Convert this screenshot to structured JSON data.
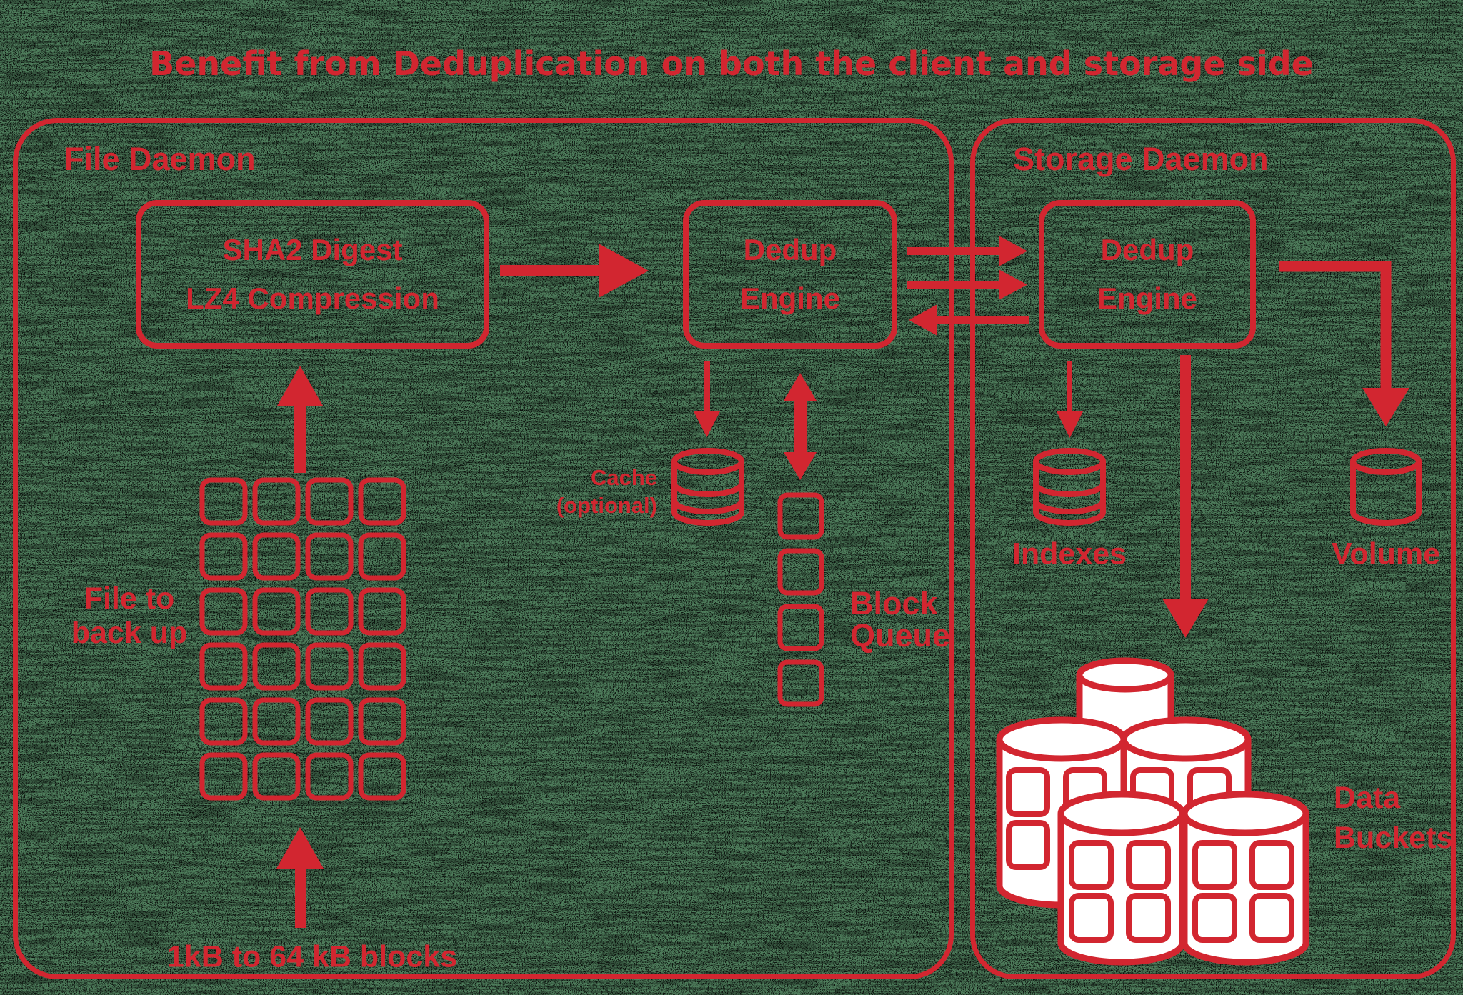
{
  "colors": {
    "background_green": "#4e7c5b",
    "accent_red": "#d22630",
    "bucket_fill": "#ffffff"
  },
  "title": "Benefit from Deduplication on both the client and storage side",
  "file_daemon": {
    "label": "File Daemon",
    "sha2_box": {
      "line1": "SHA2 Digest",
      "line2": "LZ4 Compression"
    },
    "dedup_engine": {
      "line1": "Dedup",
      "line2": "Engine"
    },
    "cache_label": {
      "line1": "Cache",
      "line2": "(optional)"
    },
    "block_queue_label": {
      "line1": "Block",
      "line2": "Queue"
    },
    "file_to_back_up_label": {
      "line1": "File to",
      "line2": "back up"
    },
    "blocks_caption": "1kB to 64 kB blocks",
    "blocks_grid": {
      "rows": 6,
      "cols": 4
    },
    "queue_blocks_count": 4
  },
  "storage_daemon": {
    "label": "Storage Daemon",
    "dedup_engine": {
      "line1": "Dedup",
      "line2": "Engine"
    },
    "indexes_label": "Indexes",
    "volume_label": "Volume",
    "data_buckets_label": {
      "line1": "Data",
      "line2": "Buckets"
    },
    "buckets_count": 5
  }
}
